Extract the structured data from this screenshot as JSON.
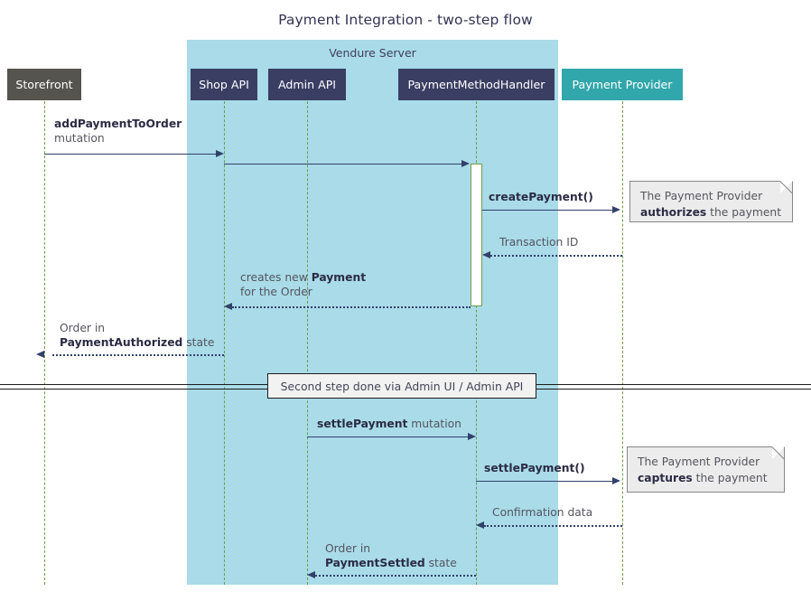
{
  "diagram": {
    "title": "Payment Integration - two-step flow",
    "group_label": "Vendure Server",
    "colors": {
      "group_fill": "#a9dbe8",
      "storefront_fill": "#56544f",
      "vendure_participant_fill": "#3a3e63",
      "provider_fill": "#31a7ab",
      "lifeline": "#6f9e48",
      "arrow": "#31416b",
      "note_fill": "#ececec"
    }
  },
  "participants": [
    {
      "name": "Storefront"
    },
    {
      "name": "Shop API"
    },
    {
      "name": "Admin API"
    },
    {
      "name": "PaymentMethodHandler"
    },
    {
      "name": "Payment Provider"
    }
  ],
  "messages": [
    {
      "id": "m1",
      "bold": "addPaymentToOrder",
      "rest": "mutation",
      "two_line": true,
      "from": "Storefront",
      "to": "Shop API",
      "style": "solid"
    },
    {
      "id": "m2",
      "label": "",
      "from": "Shop API",
      "to": "PaymentMethodHandler",
      "style": "solid"
    },
    {
      "id": "m3",
      "bold": "createPayment()",
      "rest": "",
      "from": "PaymentMethodHandler",
      "to": "Payment Provider",
      "style": "solid"
    },
    {
      "id": "m4",
      "bold": "",
      "rest": "Transaction ID",
      "from": "Payment Provider",
      "to": "PaymentMethodHandler",
      "style": "dotted"
    },
    {
      "id": "m5",
      "line1_pre": "creates new ",
      "line1_bold": "Payment",
      "line2": "for the Order",
      "from": "PaymentMethodHandler",
      "to": "Shop API",
      "style": "dotted"
    },
    {
      "id": "m6",
      "line1": "Order in",
      "line2_bold": "PaymentAuthorized",
      "line2_post": " state",
      "from": "Shop API",
      "to": "Storefront",
      "style": "dotted"
    },
    {
      "id": "m7",
      "bold": "settlePayment",
      "rest": " mutation",
      "from": "Admin API",
      "to": "PaymentMethodHandler",
      "style": "solid"
    },
    {
      "id": "m8",
      "bold": "settlePayment()",
      "rest": "",
      "from": "PaymentMethodHandler",
      "to": "Payment Provider",
      "style": "solid"
    },
    {
      "id": "m9",
      "bold": "",
      "rest": "Confirmation data",
      "from": "Payment Provider",
      "to": "PaymentMethodHandler",
      "style": "dotted"
    },
    {
      "id": "m10",
      "line1": "Order in",
      "line2_bold": "PaymentSettled",
      "line2_post": " state",
      "from": "PaymentMethodHandler",
      "to": "Admin API",
      "style": "dotted"
    }
  ],
  "notes": [
    {
      "id": "n1",
      "line1": "The Payment Provider",
      "line2_bold": "authorizes",
      "line2_post": " the payment"
    },
    {
      "id": "n2",
      "line1": "The Payment Provider",
      "line2_bold": "captures",
      "line2_post": " the payment"
    }
  ],
  "divider": {
    "label": "Second step done via Admin UI / Admin API"
  }
}
